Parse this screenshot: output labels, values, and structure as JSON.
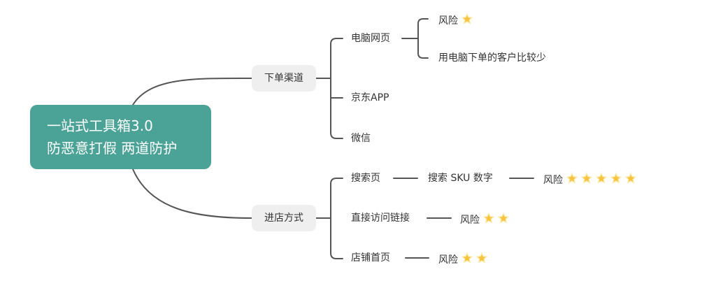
{
  "root": {
    "line1": "一站式工具箱3.0",
    "line2": "防恶意打假 两道防护"
  },
  "branches": {
    "order_channel": {
      "label": "下单渠道",
      "pc_web": {
        "label": "电脑网页",
        "risk": {
          "label": "风险",
          "stars": 1
        },
        "note": "用电脑下单的客户比较少"
      },
      "jd_app": {
        "label": "京东APP"
      },
      "wechat": {
        "label": "微信"
      }
    },
    "store_entry": {
      "label": "进店方式",
      "search_page": {
        "label": "搜索页",
        "detail": "搜索 SKU 数字",
        "risk": {
          "label": "风险",
          "stars": 5
        }
      },
      "direct_link": {
        "label": "直接访问链接",
        "risk": {
          "label": "风险",
          "stars": 2
        }
      },
      "store_home": {
        "label": "店铺首页",
        "risk": {
          "label": "风险",
          "stars": 2
        }
      }
    }
  },
  "colors": {
    "root_bg": "#4aa396",
    "pill_bg": "#efefef",
    "line": "#555555",
    "star_outer": "#fde9a8",
    "star_inner": "#f7c23e"
  },
  "icons": {
    "star": "star-icon"
  }
}
